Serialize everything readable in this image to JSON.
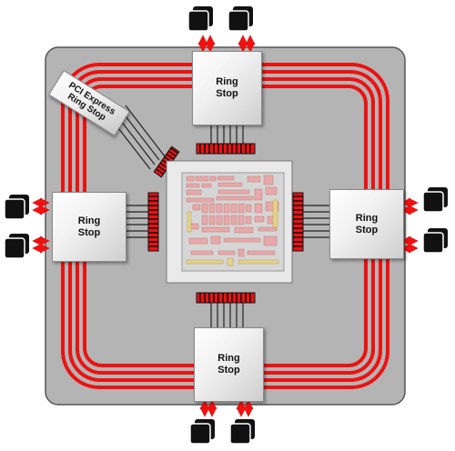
{
  "ring_stops": {
    "top": {
      "line1": "Ring",
      "line2": "Stop"
    },
    "left": {
      "line1": "Ring",
      "line2": "Stop"
    },
    "right": {
      "line1": "Ring",
      "line2": "Stop"
    },
    "bottom": {
      "line1": "Ring",
      "line2": "Stop"
    }
  },
  "pcie_stop": {
    "line1": "PCI Express",
    "line2": "Ring Stop"
  },
  "colors": {
    "ring": "#ee1111",
    "chip_background": "#b4b4b4",
    "connector_fill": "#111111",
    "die_fill": "#d6d6d6"
  },
  "icons": [
    "arrow-pair-icon",
    "port-stack-icon",
    "bus-connector-icon",
    "die-icon"
  ]
}
